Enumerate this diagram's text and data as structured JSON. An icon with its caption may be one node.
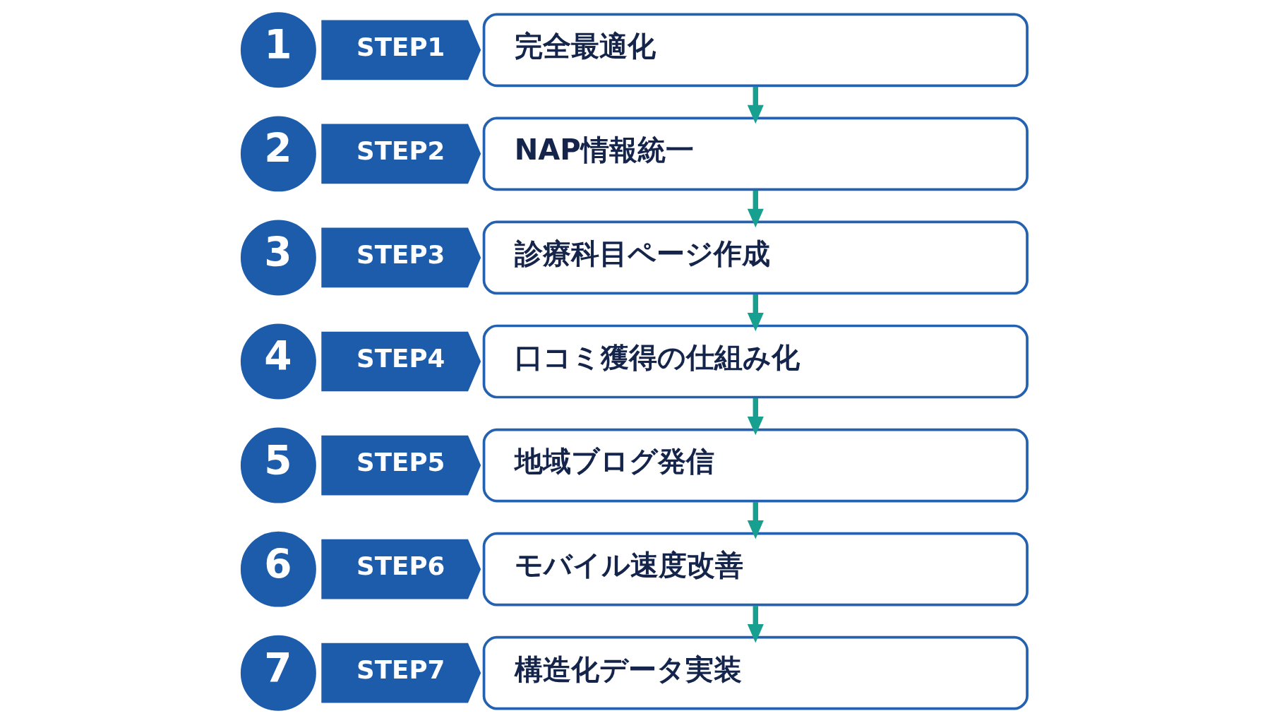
{
  "diagram": {
    "nodes": [
      {
        "text": [
          "1"
        ]
      },
      {
        "text": [
          "STEP1"
        ]
      },
      {
        "text": [
          "完全最適化"
        ]
      },
      {
        "text": [
          "2"
        ]
      },
      {
        "text": [
          "STEP2"
        ]
      },
      {
        "text": [
          "NAP情報統一"
        ]
      },
      {
        "text": [
          "3"
        ]
      },
      {
        "text": [
          "STEP3"
        ]
      },
      {
        "text": [
          "診療科目ページ作成"
        ]
      },
      {
        "text": [
          "4"
        ]
      },
      {
        "text": [
          "STEP4"
        ]
      },
      {
        "text": [
          "口コミ獲得の仕組み化"
        ]
      },
      {
        "text": [
          "5"
        ]
      },
      {
        "text": [
          "STEP5"
        ]
      },
      {
        "text": [
          "地域ブログ発信"
        ]
      },
      {
        "text": [
          "6"
        ]
      },
      {
        "text": [
          "STEP6"
        ]
      },
      {
        "text": [
          "モバイル速度改善"
        ]
      },
      {
        "text": [
          "7"
        ]
      },
      {
        "text": [
          "STEP7"
        ]
      },
      {
        "text": [
          "構造化データ実装"
        ]
      }
    ],
    "edges": [
      {
        "from": 2,
        "to": 5,
        "arrow": "to"
      },
      {
        "from": 5,
        "to": 8,
        "arrow": "to"
      },
      {
        "from": 8,
        "to": 11,
        "arrow": "to"
      },
      {
        "from": 11,
        "to": 14,
        "arrow": "to"
      },
      {
        "from": 14,
        "to": 17,
        "arrow": "to"
      },
      {
        "from": 17,
        "to": 20,
        "arrow": "to"
      }
    ]
  }
}
